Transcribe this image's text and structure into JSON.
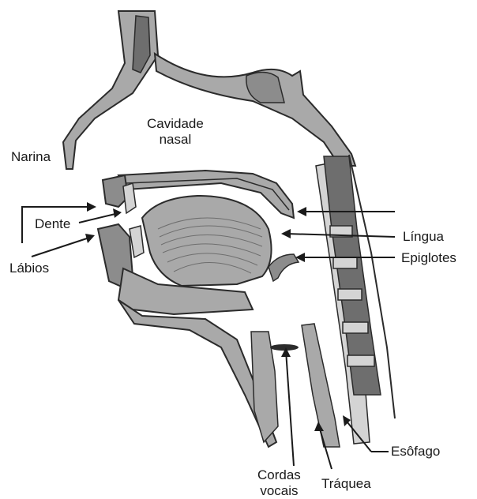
{
  "labels": {
    "cavidade_nasal_1": "Cavidade",
    "cavidade_nasal_2": "nasal",
    "narina": "Narina",
    "dente": "Dente",
    "labios": "Lábios",
    "lingua": "Língua",
    "epiglotes": "Epiglotes",
    "esofago": "Esôfago",
    "cordas_vocais_1": "Cordas",
    "cordas_vocais_2": "vocais",
    "traqueia": "Tráquea"
  },
  "colors": {
    "tissue": "#a9a9a9",
    "tissue_dark": "#6e6e6e",
    "outline": "#2b2b2b",
    "light": "#d4d4d4"
  }
}
